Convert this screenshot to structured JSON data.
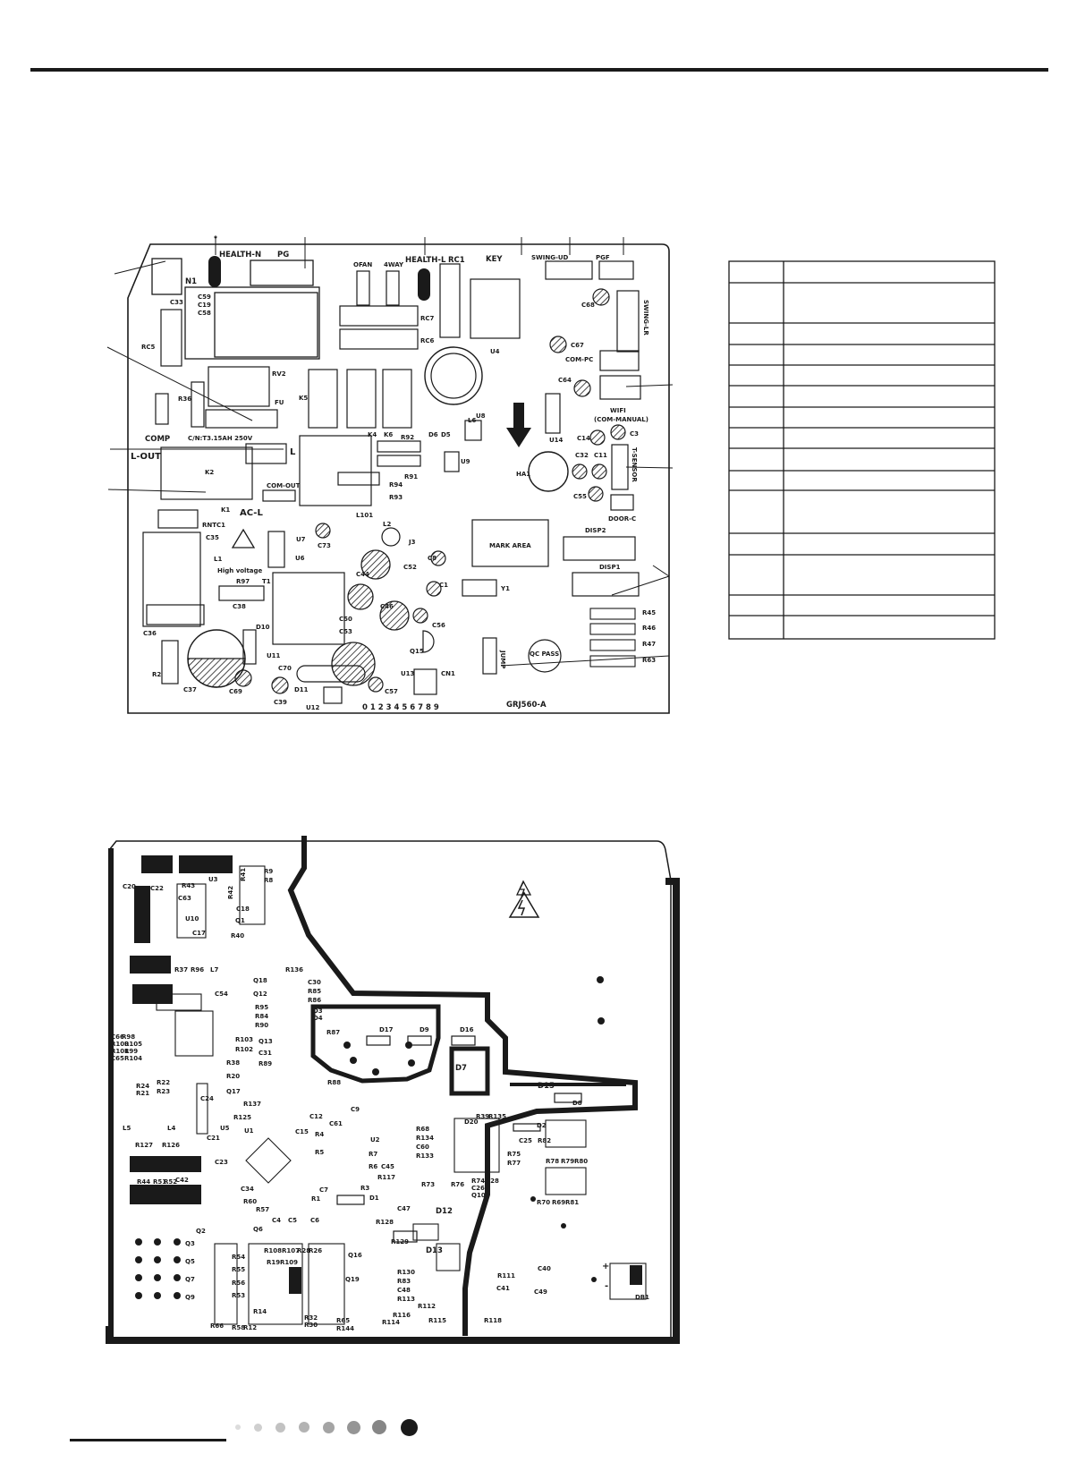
{
  "board1": {
    "model": "GRJ560-A",
    "connectors_top": [
      "HEALTH-N",
      "PG",
      "HEALTH-L",
      "RC1",
      "KEY",
      "SWING-UD",
      "PGF"
    ],
    "labels": {
      "n1": "N1",
      "c33": "C33",
      "c59": "C59",
      "c19": "C19",
      "c58": "C58",
      "ofan": "OFAN",
      "fourway": "4WAY",
      "rc7": "RC7",
      "rc6": "RC6",
      "rc5": "RC5",
      "rv2": "RV2",
      "fu": "FU",
      "r36": "R36",
      "k5": "K5",
      "k4": "K4",
      "k6": "K6",
      "u4": "U4",
      "l6": "L6",
      "u8": "U8",
      "u9": "U9",
      "c68": "C68",
      "c67": "C67",
      "com_pc": "COM-PC",
      "swing_lr": "SWING-LR",
      "c64": "C64",
      "u14": "U14",
      "wifi": "WIFI",
      "com_manual": "(COM-MANUAL)",
      "c14": "C14",
      "c3": "C3",
      "c32": "C32",
      "c11": "C11",
      "t_sensor": "T-SENSOR",
      "ha1": "HA1",
      "c55": "C55",
      "door_c": "DOOR-C",
      "comp": "COMP",
      "fuse_rating": "C/N:T3.15AH 250V",
      "l_out": "L-OUT",
      "l": "L",
      "k2": "K2",
      "com_out": "COM-OUT",
      "r92": "R92",
      "d6": "D6",
      "d5": "D5",
      "r91": "R91",
      "r94": "R94",
      "r93": "R93",
      "k1": "K1",
      "ac_l": "AC-L",
      "rntc1": "RNTC1",
      "l101": "L101",
      "c35": "C35",
      "l1": "L1",
      "high_voltage": "High voltage",
      "u7": "U7",
      "c73": "C73",
      "l2": "L2",
      "j3": "J3",
      "u6": "U6",
      "c44": "C44",
      "c52": "C52",
      "c8": "C8",
      "mark_area": "MARK AREA",
      "disp2": "DISP2",
      "disp1": "DISP1",
      "r97": "R97",
      "t1": "T1",
      "c38": "C38",
      "d10": "D10",
      "c1": "C1",
      "y1": "Y1",
      "c50": "C50",
      "c46": "C46",
      "c53": "C53",
      "c56": "C56",
      "r45": "R45",
      "r46": "R46",
      "r47": "R47",
      "r63": "R63",
      "c36": "C36",
      "r2": "R2",
      "c37": "C37",
      "u11": "U11",
      "c70": "C70",
      "q15": "Q15",
      "jump": "JUMP",
      "qc_pass": "QC PASS",
      "c69": "C69",
      "d11": "D11",
      "c39": "C39",
      "u13": "U13",
      "cn1": "CN1",
      "c57": "C57",
      "u12": "U12",
      "digits": "0 1 2 3 4 5 6 7 8 9"
    }
  },
  "board2": {
    "labels": {
      "c20": "C20",
      "c22": "C22",
      "r43": "R43",
      "u3": "U3",
      "r9": "R9",
      "r8": "R8",
      "c63": "C63",
      "r42": "R42",
      "r41": "R41",
      "c18": "C18",
      "q1": "Q1",
      "u10": "U10",
      "c17": "C17",
      "r40": "R40",
      "r136": "R136",
      "r37": "R37",
      "r96": "R96",
      "l7": "L7",
      "c54": "C54",
      "q18": "Q18",
      "c30": "C30",
      "r85": "R85",
      "r86": "R86",
      "q12": "Q12",
      "r95": "R95",
      "r84": "R84",
      "r90": "R90",
      "d3": "D3",
      "d4": "D4",
      "r87": "R87",
      "d17": "D17",
      "d9": "D9",
      "d16": "D16",
      "r103": "R103",
      "r102": "R102",
      "q13": "Q13",
      "c31": "C31",
      "r89": "R89",
      "r38": "R38",
      "r20": "R20",
      "q17": "Q17",
      "r88": "R88",
      "d7": "D7",
      "d15": "D15",
      "d8": "D8",
      "r137": "R137",
      "c24": "C24",
      "r125": "R125",
      "u5": "U5",
      "u1": "U1",
      "c12": "C12",
      "c61": "C61",
      "c9": "C9",
      "c15": "C15",
      "r39": "R39",
      "r135": "R135",
      "d20": "D20",
      "r68": "R68",
      "r134": "R134",
      "c60": "C60",
      "r133": "R133",
      "d2": "D2",
      "c25": "C25",
      "r82": "R82",
      "l5": "L5",
      "l4": "L4",
      "r127": "R127",
      "r126": "R126",
      "u2": "U2",
      "r4": "R4",
      "r5": "R5",
      "r7": "R7",
      "r6": "R6",
      "c45": "C45",
      "r117": "R117",
      "r73": "R73",
      "r76": "R76",
      "r74": "R74",
      "c26": "C26",
      "q10": "Q10",
      "c28": "C28",
      "r75": "R75",
      "r77": "R77",
      "r78": "R78",
      "r79": "R79",
      "r80": "R80",
      "c21": "C21",
      "c23": "C23",
      "r44": "R44",
      "r51": "R51",
      "r52": "R52",
      "c42": "C42",
      "r3": "R3",
      "d1": "D1",
      "c7": "C7",
      "r1": "R1",
      "c34": "C34",
      "c47": "C47",
      "d12": "D12",
      "r70": "R70",
      "r69": "R69",
      "r81": "R81",
      "r60": "R60",
      "r57": "R57",
      "q2": "Q2",
      "c4": "C4",
      "c5": "C5",
      "c6": "C6",
      "q6": "Q6",
      "r108": "R108",
      "r107": "R107",
      "r28": "R28",
      "r26": "R26",
      "r128": "R128",
      "r129": "R129",
      "d13": "D13",
      "q3": "Q3",
      "q5": "Q5",
      "q7": "Q7",
      "q9": "Q9",
      "r54": "R54",
      "r55": "R55",
      "r56": "R56",
      "r53": "R53",
      "r19": "R19",
      "r109": "R109",
      "q16": "Q16",
      "q19": "Q19",
      "r130": "R130",
      "r83": "R83",
      "c48": "C48",
      "r113": "R113",
      "r112": "R112",
      "r116": "R116",
      "r111": "R111",
      "c40": "C40",
      "c41": "C41",
      "c49": "C49",
      "r14": "R14",
      "r66": "R66",
      "r58": "R58",
      "r12": "R12",
      "r114": "R114",
      "r115": "R115",
      "r118": "R118",
      "db1": "DB1",
      "r32": "R32",
      "r30": "R30",
      "r65": "R65",
      "r144": "R144",
      "c66": "C66",
      "r98": "R98",
      "r100": "R100",
      "r105": "R105",
      "r101": "R101",
      "r99": "R99",
      "c65": "C65",
      "r104": "R104",
      "r24": "R24",
      "r21": "R21",
      "r22": "R22",
      "r23": "R23",
      "plus": "+",
      "minus": "-"
    }
  },
  "colors": {
    "ink": "#1a1a1a",
    "paper": "#ffffff",
    "hatch": "#555555"
  },
  "page_indicator": {
    "dots": 8,
    "active_index": 7
  }
}
